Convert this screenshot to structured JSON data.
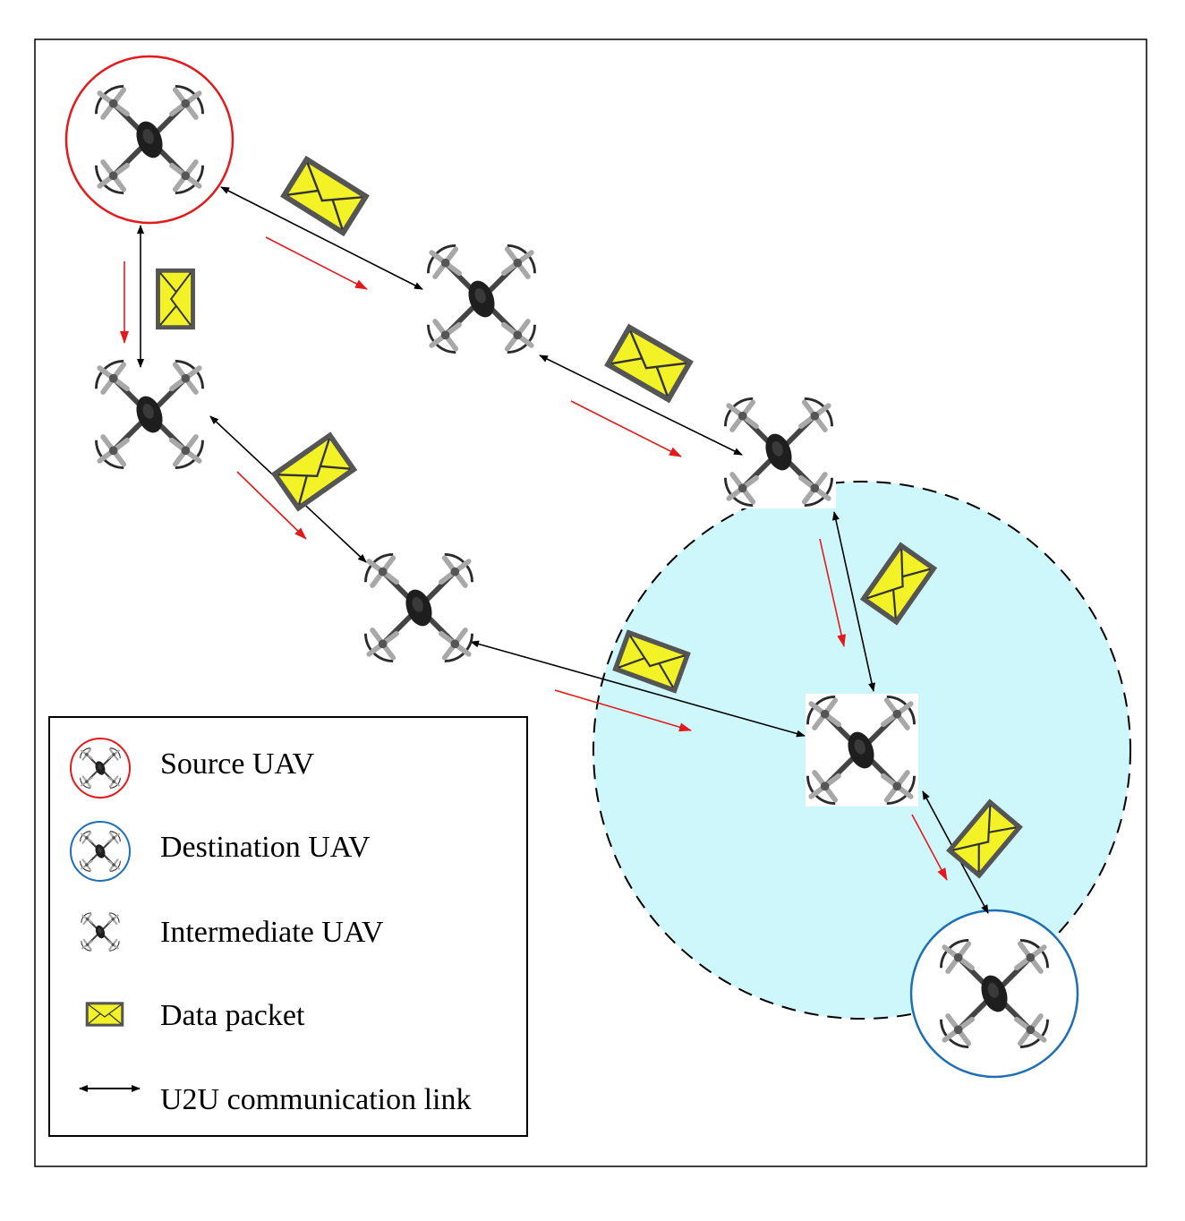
{
  "legend": {
    "items": [
      {
        "key": "source",
        "label": "Source UAV",
        "color": "#e31a1c"
      },
      {
        "key": "destination",
        "label": "Destination UAV",
        "color": "#1f6fb5"
      },
      {
        "key": "intermediate",
        "label": "Intermediate UAV"
      },
      {
        "key": "packet",
        "label": "Data packet"
      },
      {
        "key": "link",
        "label": "U2U communication link"
      }
    ]
  },
  "colors": {
    "source_ring": "#e31a1c",
    "destination_ring": "#1f6fb5",
    "coverage_fill": "#cef7fb",
    "packet_fill": "#f2f226",
    "packet_border": "#555555",
    "forward_arrow": "#e31a1c",
    "link_arrow": "#000000"
  },
  "nodes": [
    {
      "id": "source",
      "role": "source"
    },
    {
      "id": "uav-a",
      "role": "intermediate"
    },
    {
      "id": "uav-b",
      "role": "intermediate"
    },
    {
      "id": "uav-c",
      "role": "intermediate"
    },
    {
      "id": "uav-d",
      "role": "intermediate"
    },
    {
      "id": "uav-e",
      "role": "intermediate"
    },
    {
      "id": "destination",
      "role": "destination"
    }
  ],
  "links": [
    {
      "from": "source",
      "to": "uav-b"
    },
    {
      "from": "source",
      "to": "uav-a"
    },
    {
      "from": "uav-b",
      "to": "uav-c"
    },
    {
      "from": "uav-a",
      "to": "uav-d"
    },
    {
      "from": "uav-c",
      "to": "uav-e"
    },
    {
      "from": "uav-d",
      "to": "uav-e"
    },
    {
      "from": "uav-e",
      "to": "destination"
    }
  ]
}
